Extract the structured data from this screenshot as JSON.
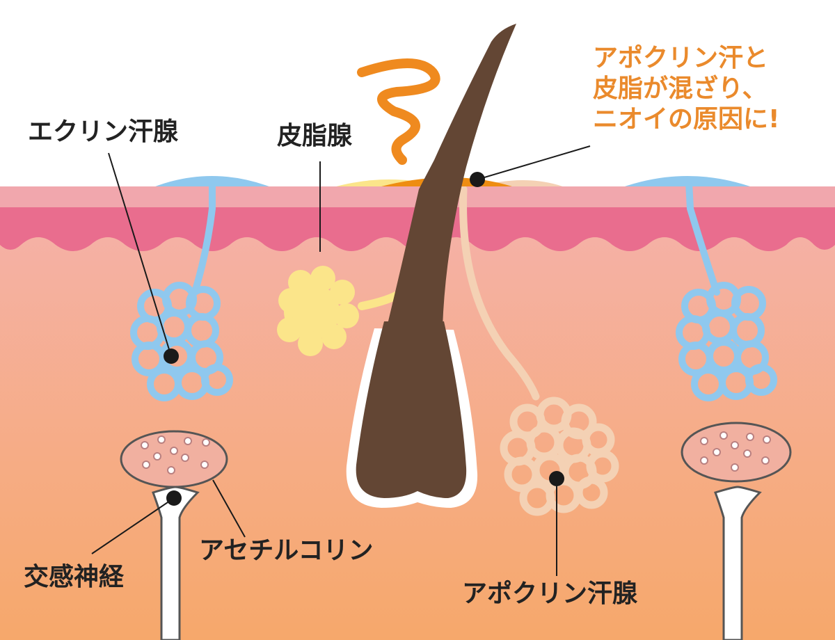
{
  "labels": {
    "eccrine_gland": "エクリン汗腺",
    "sebaceous_gland": "皮脂腺",
    "sympathetic_nerve": "交感神経",
    "acetylcholine": "アセチルコリン",
    "apocrine_gland": "アポクリン汗腺"
  },
  "callout": {
    "lines": [
      "アポクリン汗と",
      "皮脂が混ざり、",
      "ニオイの原因に!"
    ]
  },
  "colors": {
    "callout_text": "#ea8a2c",
    "epidermis_top": "#f1a7ad",
    "dermis_band": "#e96d8e",
    "eccrine_duct": "#8fc8ee",
    "sebum": "#fbe58a",
    "hair": "#634634",
    "apocrine": "#f4d1b4",
    "odor_wave": "#ef8a1f"
  },
  "icons": {
    "odor_wave": "squiggle-wave-icon",
    "hair": "hair-shaft-icon"
  }
}
